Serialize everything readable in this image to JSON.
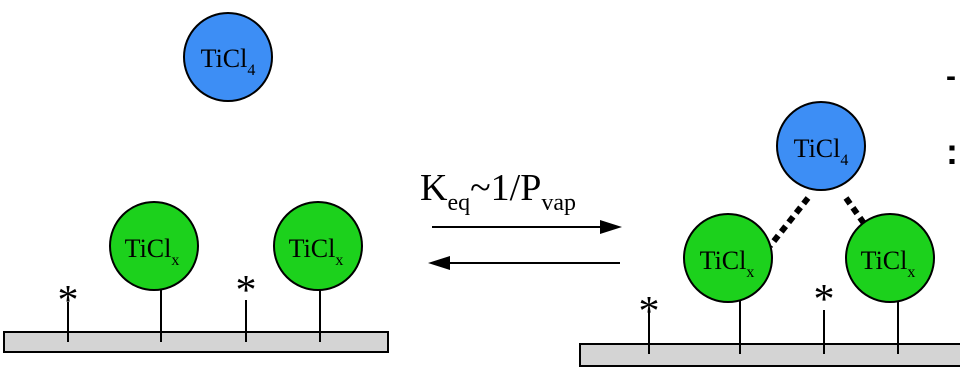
{
  "colors": {
    "gas_molecule": "#3D8EF5",
    "adsorbed_molecule": "#1CD11C",
    "substrate": "#D4D4D4",
    "outline": "#000000"
  },
  "molecules": {
    "gas": {
      "base": "TiCl",
      "sub": "4"
    },
    "adsorbed": {
      "base": "TiCl",
      "sub": "x"
    }
  },
  "equilibrium": {
    "k_base": "K",
    "k_sub": "eq",
    "tilde": "~",
    "ratio": "1/",
    "p_base": "P",
    "p_sub": "vap"
  },
  "site_marker": "*",
  "edge_marks": [
    "-",
    ":"
  ]
}
